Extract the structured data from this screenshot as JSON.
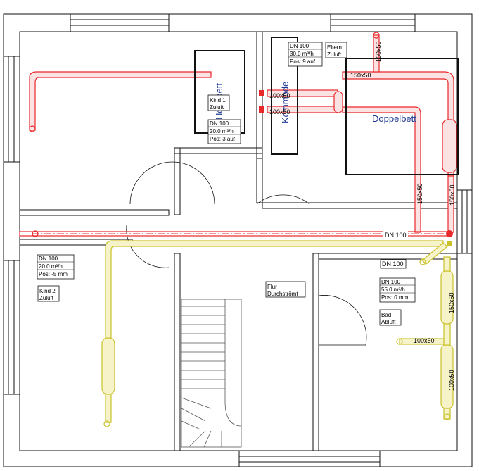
{
  "rooms": {
    "kind1": {
      "name": "Kind 1",
      "type": "Zuluft"
    },
    "kind2": {
      "name": "Kind 2",
      "type": "Zuluft"
    },
    "eltern": {
      "name": "Eltern",
      "type": "Zuluft"
    },
    "bad": {
      "name": "Bad",
      "type": "Abluft"
    },
    "flur": {
      "name": "Flur",
      "type": "Durchströmt"
    }
  },
  "outlets": {
    "kind1": {
      "dn": "DN 100",
      "flow": "20.0 m³/h",
      "pos": "Pos: 3 auf"
    },
    "eltern": {
      "dn": "DN 100",
      "flow": "30.0 m³/h",
      "pos": "Pos: 9 auf"
    },
    "kind2": {
      "dn": "DN 100",
      "flow": "20.0 m³/h",
      "pos": "Pos: -5 mm"
    },
    "bad": {
      "dn": "DN 100",
      "flow": "55.0 m³/h",
      "pos": "Pos: 0 mm"
    }
  },
  "duct_labels": {
    "main_dn": "DN 100",
    "bad_dn": "DN 100",
    "flat1": "100x50",
    "flat2": "100x50",
    "eltern_top": "150x50",
    "eltern_vert": "150x50",
    "right_red": "150x50",
    "riser_red": "150x50",
    "bad_branch": "100x50",
    "bad_vert_top": "150x50",
    "bad_vert_bottom": "100x50"
  },
  "furniture": {
    "hochbett": "Hochbett",
    "kommode": "Kommode",
    "doppelbett": "Doppelbett"
  },
  "colors": {
    "supply": "#e8282b",
    "supply_fill": "#fbe3e3",
    "exhaust": "#c9c12a",
    "exhaust_fill": "#f6f3c8",
    "wall": "#111111",
    "furniture_text": "#1f3a93"
  }
}
